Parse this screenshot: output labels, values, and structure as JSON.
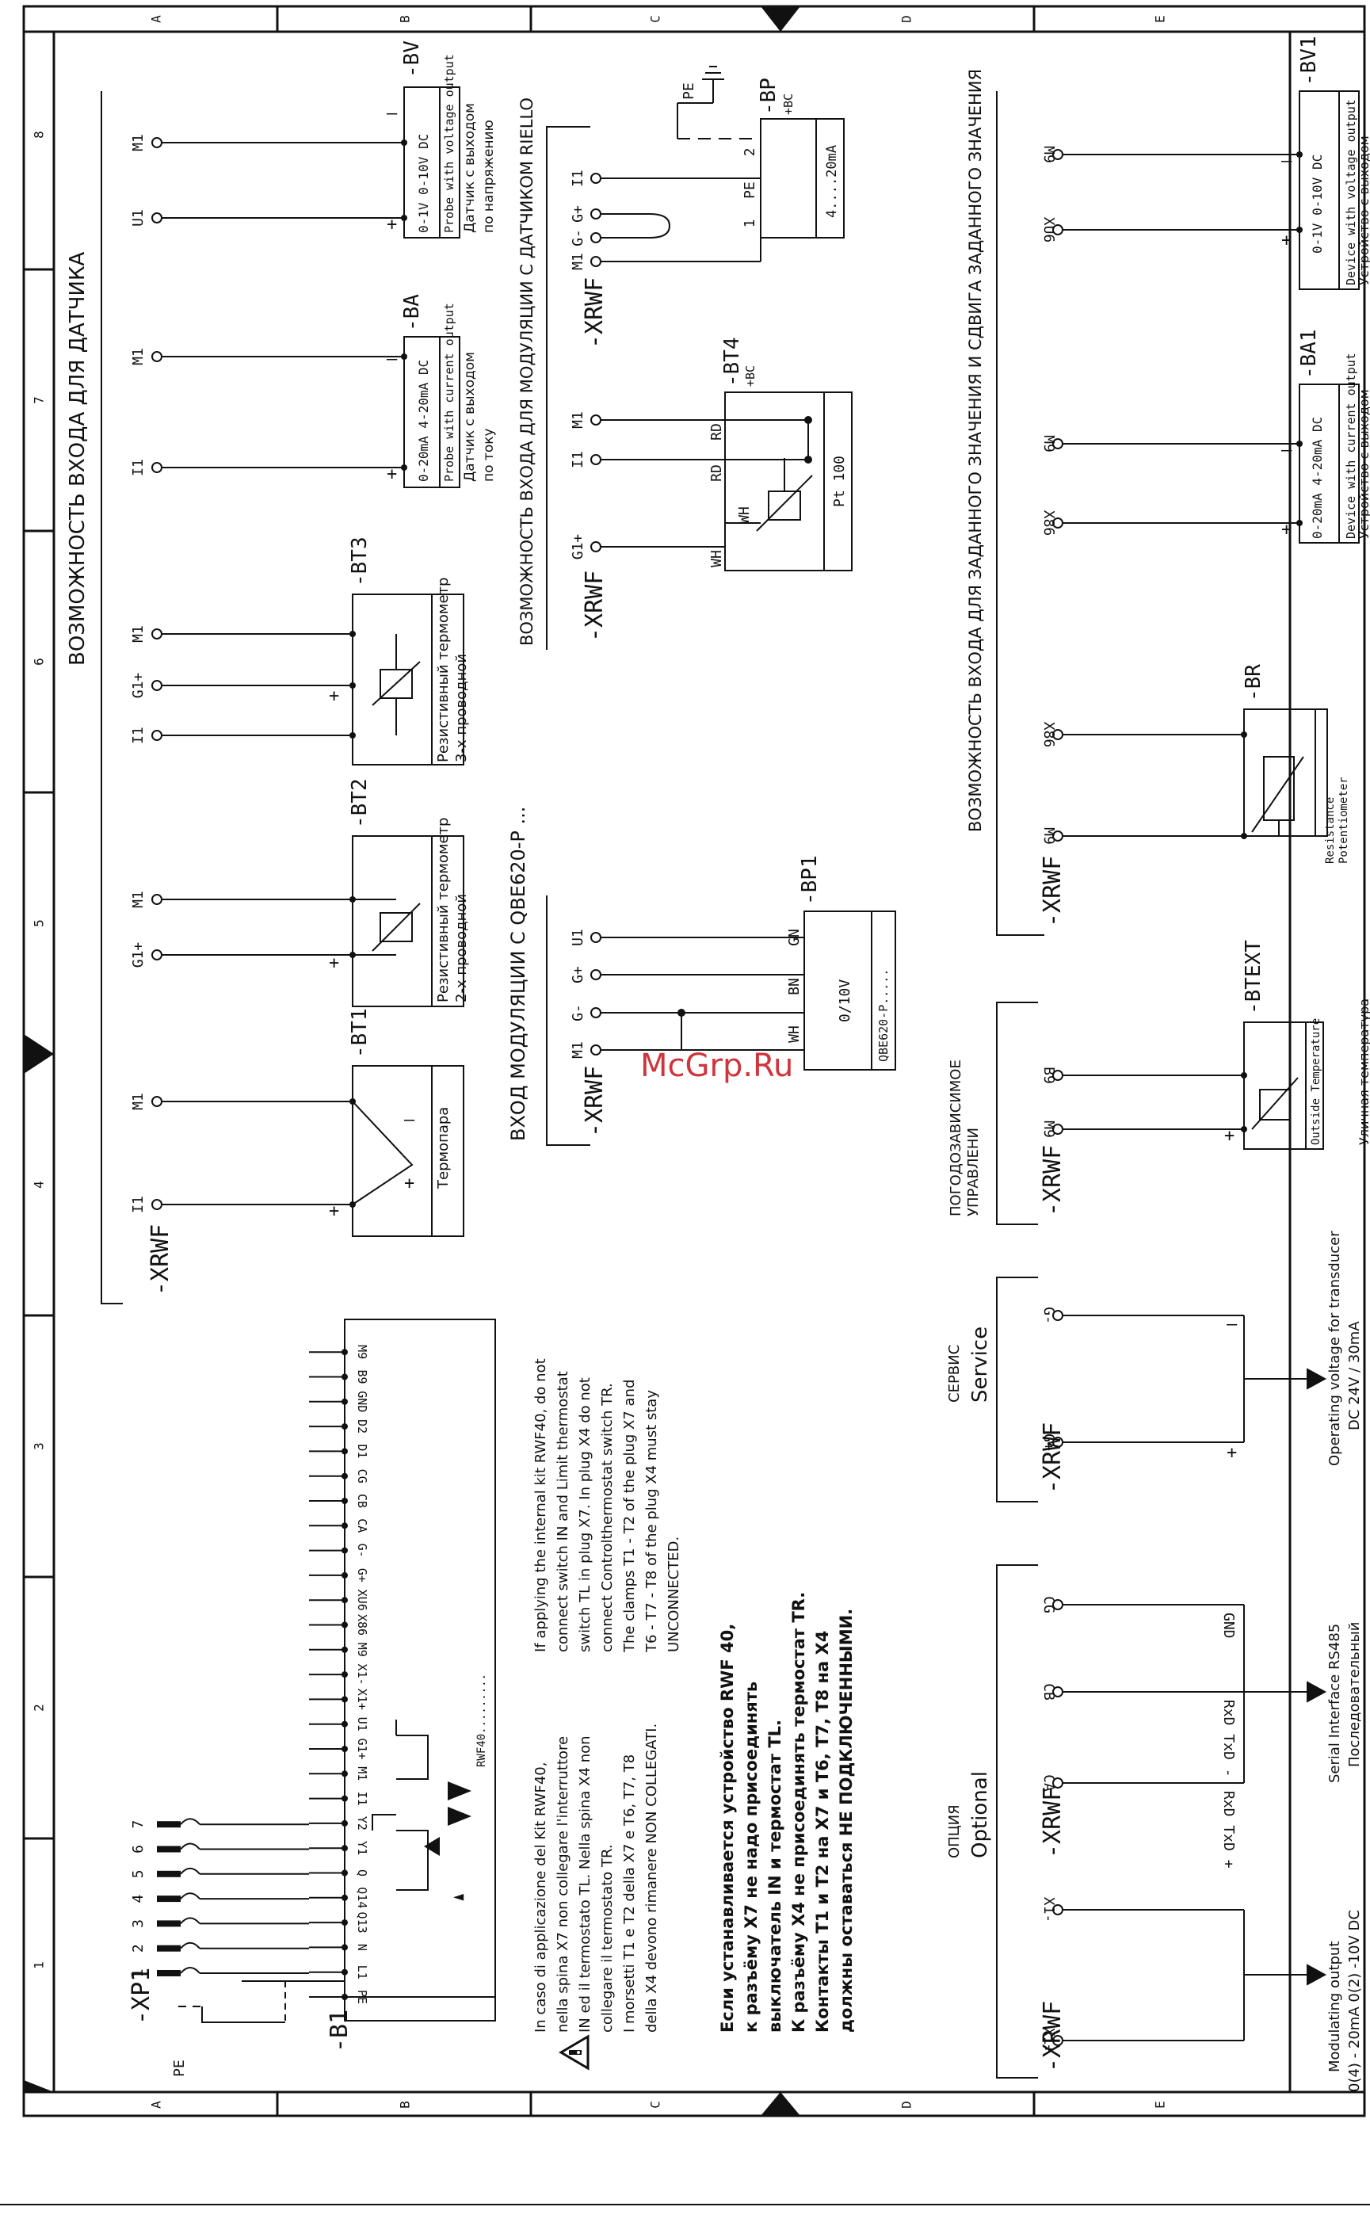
{
  "frame": {
    "row_letters": [
      "A",
      "B",
      "C",
      "D",
      "E"
    ],
    "col_numbers": [
      "1",
      "2",
      "3",
      "4",
      "5",
      "6",
      "7",
      "8"
    ]
  },
  "watermark": "McGrp.Ru",
  "sections": {
    "sensor_inputs": "ВОЗМОЖНОСТЬ ВХОДА ДЛЯ ДАТЧИКА",
    "qbe_modulation": "ВХОД МОДУЛЯЦИИ С QBE620-P ...",
    "riello_modulation": "ВОЗМОЖНОСТЬ ВХОДА ДЛЯ МОДУЛЯЦИИ С ДАТЧИКОМ RIELLO",
    "setpoint_inputs": "ВОЗМОЖНОСТЬ ВХОДА ДЛЯ ЗАДАННОГО ЗНАЧЕНИЯ И СДВИГА ЗАДАННОГО ЗНАЧЕНИЯ",
    "weather_ru": "ПОГОДОЗАВИСИМОЕ",
    "weather_ru2": "УПРАВЛЕНИ",
    "service_ru": "СЕРВИС",
    "service_en": "Service",
    "option_ru": "ОПЦИЯ",
    "option_en": "Optional"
  },
  "connector": "-XRWF",
  "devices": {
    "bt1": {
      "tag": "-BT1",
      "label": "Термопара",
      "pins": [
        "I1",
        "M1"
      ]
    },
    "bt2": {
      "tag": "-BT2",
      "label1": "Резистивный термометр",
      "label2": "2-х проводной",
      "pins": [
        "G1+",
        "M1"
      ]
    },
    "bt3": {
      "tag": "-BT3",
      "label1": "Резистивный термометр",
      "label2": "3-х проводной",
      "pins": [
        "I1",
        "G1+",
        "M1"
      ]
    },
    "ba": {
      "tag": "-BA",
      "range": "0-20mA  4-20mA DC",
      "en": "Probe with current output",
      "ru1": "Датчик с выходом",
      "ru2": "по току",
      "pins": [
        "I1",
        "M1"
      ]
    },
    "bv": {
      "tag": "-BV",
      "range": "0-1V  0-10V DC",
      "en": "Probe with voltage output",
      "ru1": "Датчик с выходом",
      "ru2": "по напряжению",
      "pins": [
        "U1",
        "M1"
      ]
    },
    "bp1": {
      "tag": "-BP1",
      "range": "0/10V",
      "model": "QBE620-P.....",
      "wires": [
        "GN",
        "BN",
        "WH"
      ],
      "pins": [
        "M1",
        "G-",
        "G+",
        "U1"
      ]
    },
    "bt4": {
      "tag": "-BT4",
      "sub": "+BC",
      "model": "Pt 100",
      "wires": [
        "WH",
        "WH",
        "RD",
        "RD"
      ],
      "pins": [
        "G1+",
        "I1",
        "M1"
      ]
    },
    "bp": {
      "tag": "-BP",
      "sub": "+BC",
      "range": "4....20mA",
      "pe": "PE",
      "wires": [
        "1",
        "PE",
        "2"
      ],
      "pins": [
        "M1",
        "G-",
        "G+",
        "I1"
      ]
    },
    "btext": {
      "tag": "-BTEXT",
      "label": "Outside Temperature",
      "ru": "Уличная температура",
      "pins": [
        "M9",
        "B9"
      ]
    },
    "br": {
      "tag": "-BR",
      "label1": "Resistance",
      "label2": "Potentiometer",
      "pins": [
        "M9",
        "X86"
      ]
    },
    "ba1": {
      "tag": "-BA1",
      "range": "0-20mA  4-20mA DC",
      "en": "Device with current output",
      "ru": "Устройство с выходом",
      "pins": [
        "X86",
        "M9"
      ]
    },
    "bv1": {
      "tag": "-BV1",
      "range": "0-1V  0-10V DC",
      "en": "Device with voltage output",
      "ru": "Устройство с выходом",
      "pins": [
        "XU6",
        "M9"
      ]
    }
  },
  "service": {
    "pins": [
      "G+",
      "G-"
    ],
    "label1": "Operating voltage for transducer",
    "label2": "DC 24V / 30mA"
  },
  "optional": {
    "serial": {
      "pins": [
        "CA",
        "CB",
        "CG"
      ],
      "sig1": "RxD TxD +",
      "sig2": "RxD TxD -",
      "sig3": "GND",
      "label1": "Serial Interface RS485",
      "label2": "Последовательный"
    },
    "analog": {
      "pins": [
        "X1+",
        "X1-"
      ],
      "label1": "Modulating output",
      "label2": "0(4) - 20mA  0(2) -10V DC"
    }
  },
  "controller": {
    "tag": "-B1",
    "model": "RWF40.........",
    "terminals": [
      "PE",
      "L1",
      "N",
      "Q13",
      "Q14",
      "Q",
      "Y1",
      "Y2",
      "I1",
      "M1",
      "G1+",
      "U1",
      "X1+",
      "X1-",
      "M9",
      "X86",
      "XU6",
      "G+",
      "G-",
      "CA",
      "CB",
      "CG",
      "D1",
      "D2",
      "GND",
      "B9",
      "M9"
    ],
    "plug": "-XP1",
    "plug_numbers": [
      "1",
      "2",
      "3",
      "4",
      "5",
      "6",
      "7"
    ],
    "pe": "PE"
  },
  "notes": {
    "it": [
      "In caso di applicazione del Kit RWF40,",
      "nella spina X7 non collegare l'interruttore",
      "IN ed il termostato TL. Nella spina X4 non",
      "collegare il termostato TR.",
      "I morsetti T1 e T2 della X7 e T6, T7, T8",
      "della X4 devono rimanere NON COLLEGATI."
    ],
    "en": [
      "If applying the internal kit RWF40, do not",
      "connect switch IN and Limit thermostat",
      "switch TL in plug X7. In plug X4 do not",
      "connect Controlthermostat switch TR.",
      "The clamps T1 - T2 of the plug X7 and",
      "T6 - T7 - T8 of the plug X4 must stay",
      "UNCONNECTED."
    ],
    "ru": [
      "Если устанавливается устройство RWF 40,",
      "к разъёму X7 не надо присоединять",
      "выключатель IN и термостат TL.",
      "К разъёму X4 не присоединять термостат TR.",
      "Контакты T1 и T2 на X7 и T6, T7, T8 на X4",
      "должны оставаться НЕ ПОДКЛЮЧЕННЫМИ."
    ]
  }
}
